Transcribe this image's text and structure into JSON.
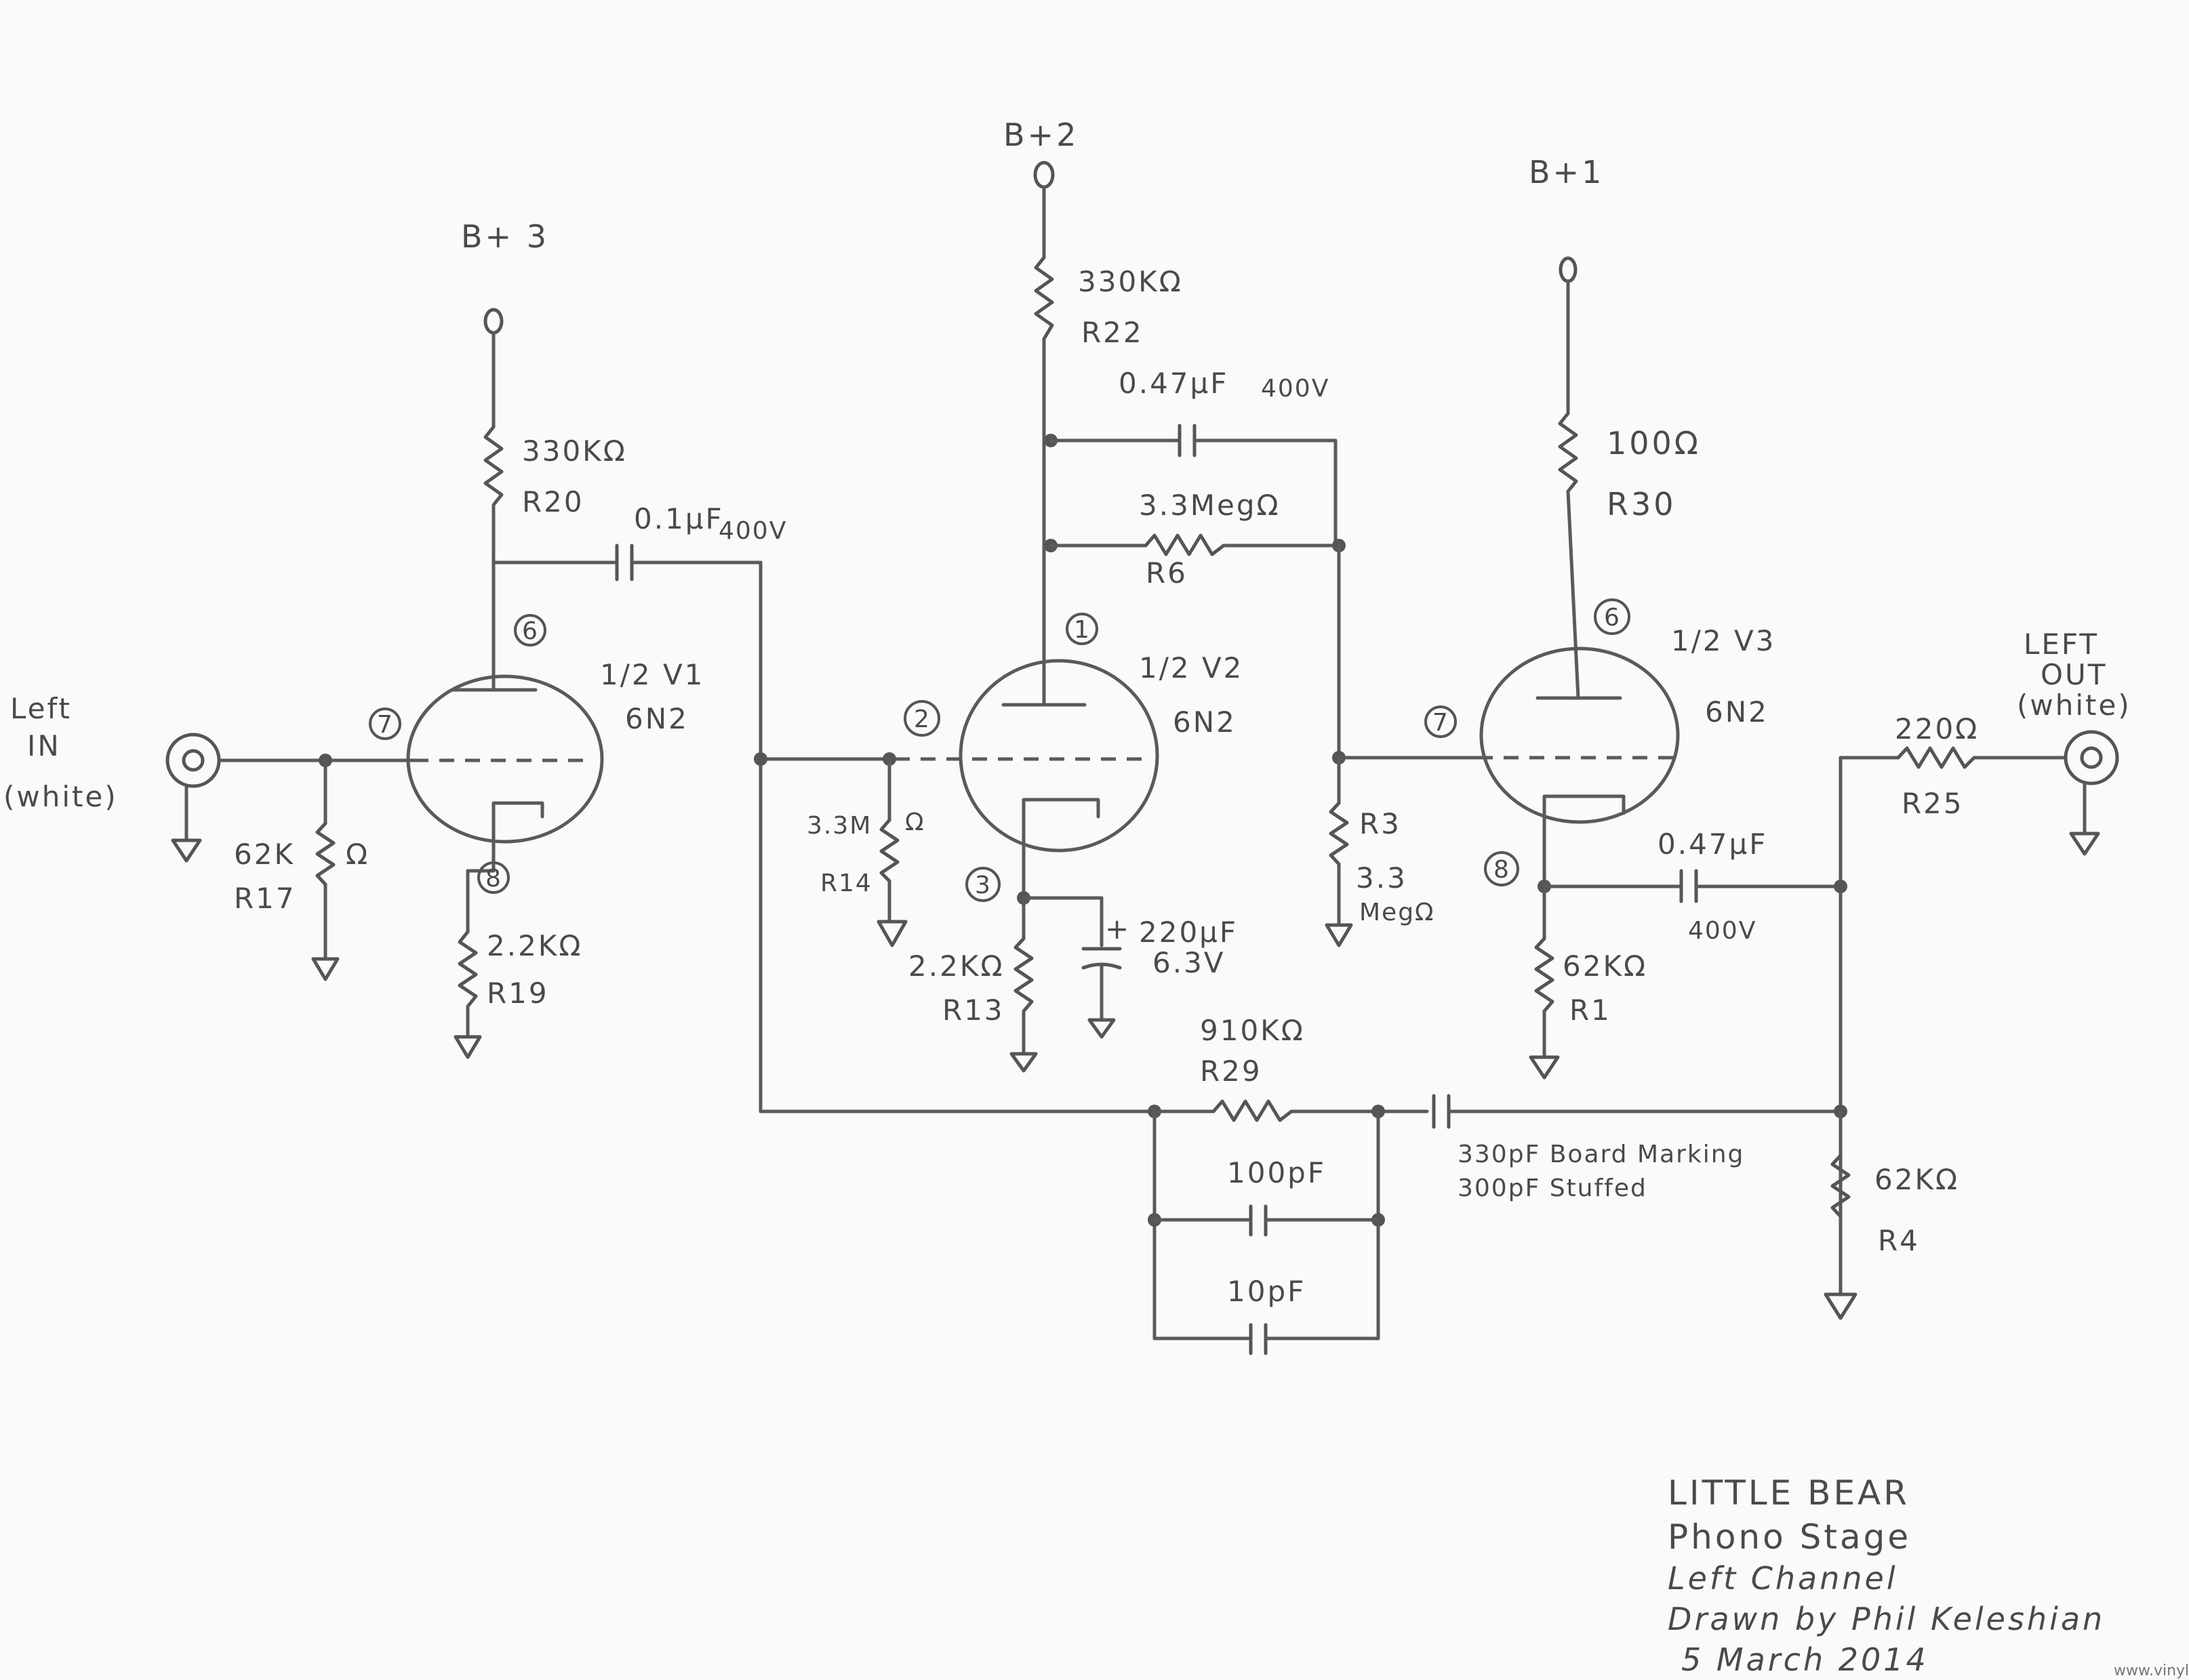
{
  "supplies": {
    "bplus3": "B+ 3",
    "bplus2": "B+2",
    "bplus1": "B+1"
  },
  "tubes": {
    "v1": {
      "label": "1/2 V1",
      "type": "6N2",
      "pin_plate": "6",
      "pin_grid": "7",
      "pin_cathode": "8"
    },
    "v2": {
      "label": "1/2 V2",
      "type": "6N2",
      "pin_plate": "1",
      "pin_grid": "2",
      "pin_cathode": "3"
    },
    "v3": {
      "label": "1/2 V3",
      "type": "6N2",
      "pin_plate": "6",
      "pin_grid": "7",
      "pin_cathode": "8"
    }
  },
  "connectors": {
    "input": {
      "line1": "Left",
      "line2": "IN",
      "line3": "(white)"
    },
    "output": {
      "line1": "LEFT",
      "line2": "OUT",
      "line3": "(white)"
    }
  },
  "components": {
    "r20": {
      "value": "330KΩ",
      "ref": "R20"
    },
    "r17": {
      "value": "62K",
      "unit": "Ω",
      "ref": "R17"
    },
    "r19": {
      "value": "2.2KΩ",
      "ref": "R19"
    },
    "c_coupling1": {
      "value": "0.1μF",
      "voltage": "400V"
    },
    "r22": {
      "value": "330KΩ",
      "ref": "R22"
    },
    "c_fb": {
      "value": "0.47μF",
      "voltage": "400V"
    },
    "r6": {
      "value": "3.3MegΩ",
      "ref": "R6"
    },
    "r14": {
      "value": "3.3M",
      "unit": "Ω",
      "ref": "R14"
    },
    "r13": {
      "value": "2.2KΩ",
      "ref": "R13"
    },
    "c_bypass": {
      "value": "220μF",
      "voltage": "6.3V",
      "polarity": "+"
    },
    "r3": {
      "ref": "R3",
      "value": "3.3",
      "unit": "MegΩ"
    },
    "r30": {
      "value": "100Ω",
      "ref": "R30"
    },
    "r1": {
      "value": "62KΩ",
      "ref": "R1"
    },
    "c_out": {
      "value": "0.47μF",
      "voltage": "400V"
    },
    "r25": {
      "value": "220Ω",
      "ref": "R25"
    },
    "r29": {
      "value": "910KΩ",
      "ref": "R29"
    },
    "c100": {
      "value": "100pF"
    },
    "c10": {
      "value": "10pF"
    },
    "c330": {
      "line1": "330pF Board Marking",
      "line2": "300pF Stuffed"
    },
    "r4": {
      "value": "62KΩ",
      "ref": "R4"
    }
  },
  "title_block": {
    "title": "LITTLE BEAR",
    "subtitle": "Phono Stage",
    "channel": "Left Channel",
    "drawn_by": "Drawn by Phil Keleshian",
    "date": "5 March 2014"
  },
  "credit": "www.vinylengine.com"
}
